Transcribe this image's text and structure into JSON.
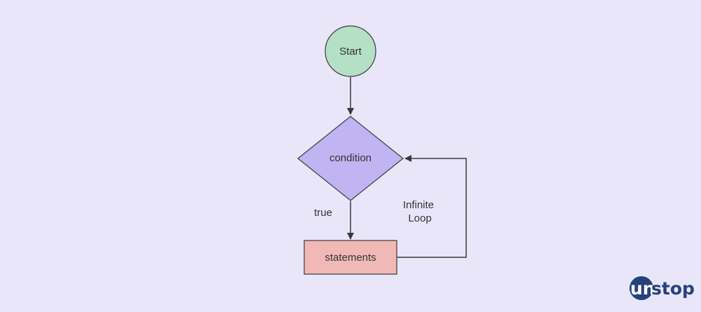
{
  "flowchart": {
    "nodes": {
      "start": {
        "label": "Start",
        "shape": "circle",
        "fill": "#b4e0c6"
      },
      "condition": {
        "label": "condition",
        "shape": "diamond",
        "fill": "#c0b4f3"
      },
      "statements": {
        "label": "statements",
        "shape": "rectangle",
        "fill": "#f1b9b6"
      }
    },
    "edges": [
      {
        "from": "start",
        "to": "condition",
        "label": ""
      },
      {
        "from": "condition",
        "to": "statements",
        "label": "true"
      },
      {
        "from": "statements",
        "to": "condition",
        "label": "Infinite Loop",
        "label_lines": [
          "Infinite",
          "Loop"
        ]
      }
    ]
  },
  "brand": {
    "name": "unstop",
    "first_letters": "un",
    "rest": "stop",
    "color": "#26427c"
  },
  "colors": {
    "background": "#e9e6f9",
    "stroke": "#3a3a3a"
  }
}
